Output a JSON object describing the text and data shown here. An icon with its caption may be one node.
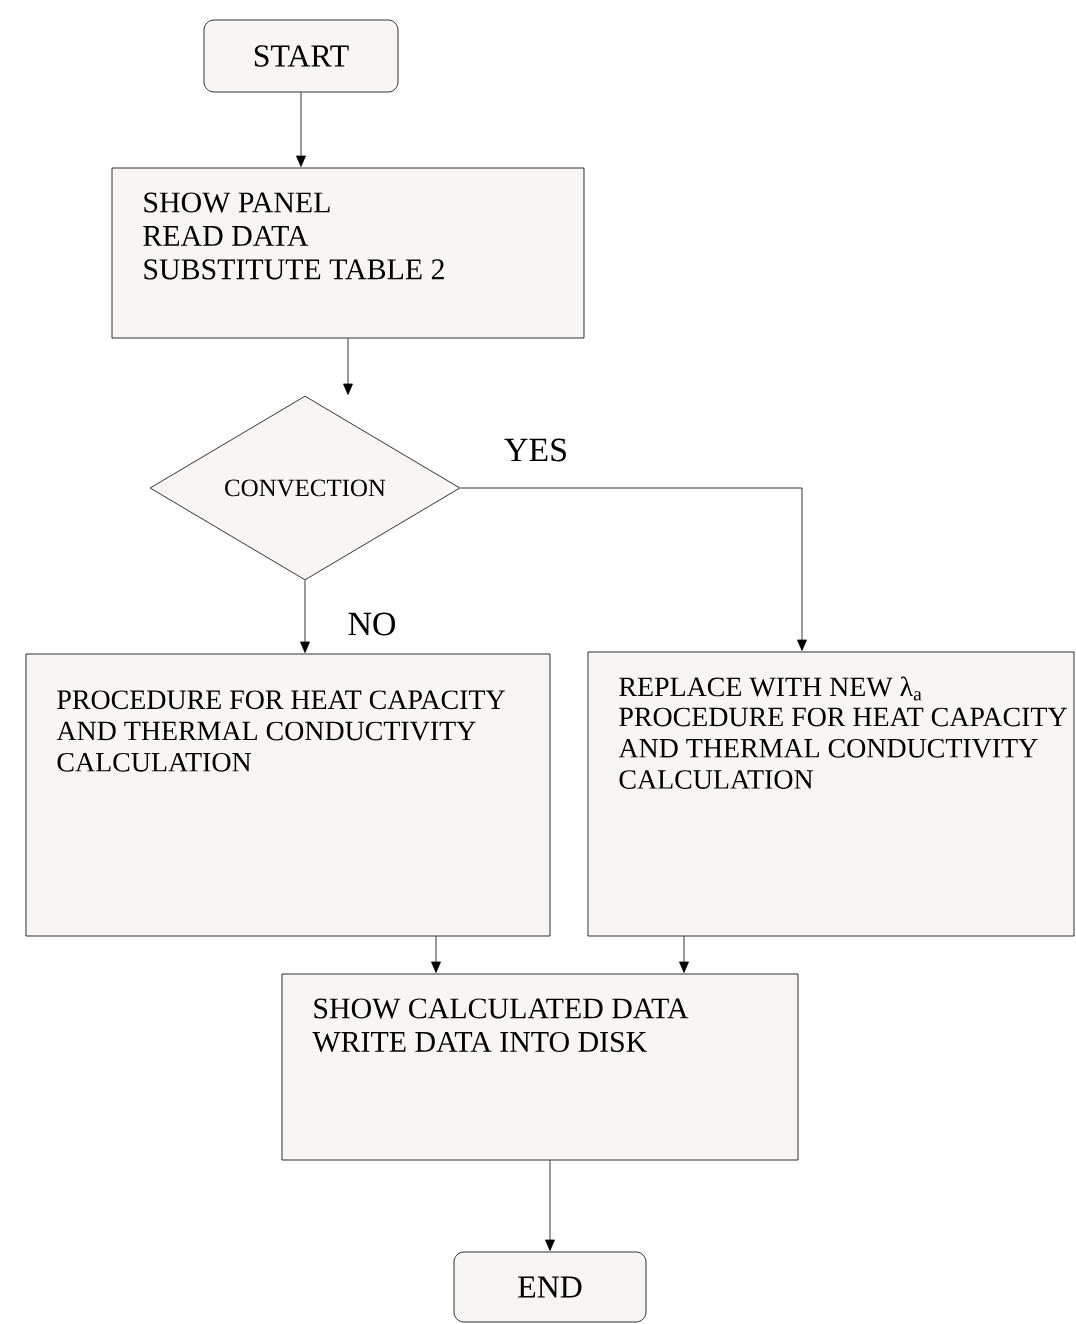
{
  "diagram": {
    "nodes": [
      {
        "text": [
          "START"
        ]
      },
      {
        "text": [
          "SHOW PANEL",
          "READ DATA",
          "SUBSTITUTE TABLE 2"
        ]
      },
      {
        "text": [
          "CONVECTION"
        ]
      },
      {
        "text": [
          "PROCEDURE FOR HEAT CAPACITY AND THERMAL CONDUCTIVITY CALCULATION"
        ]
      },
      {
        "text": [
          "REPLACE WITH NEW λ$_{a}$",
          "PROCEDURE FOR HEAT CAPACITY AND THERMAL CONDUCTIVITY CALCULATION"
        ]
      },
      {
        "text": [
          "SHOW CALCULATED DATA",
          "WRITE DATA INTO DISK"
        ]
      },
      {
        "text": [
          "END"
        ]
      }
    ],
    "edges": [
      {
        "from": 0,
        "to": 1,
        "arrow": "to"
      },
      {
        "from": 1,
        "to": 2,
        "arrow": "to"
      },
      {
        "from": 2,
        "to": 3,
        "arrow": "to",
        "label": "NO"
      },
      {
        "from": 2,
        "to": 4,
        "arrow": "to",
        "label": "YES"
      },
      {
        "from": 3,
        "to": 5,
        "arrow": "to"
      },
      {
        "from": 4,
        "to": 5,
        "arrow": "to"
      },
      {
        "from": 5,
        "to": 6,
        "arrow": "to"
      }
    ]
  }
}
